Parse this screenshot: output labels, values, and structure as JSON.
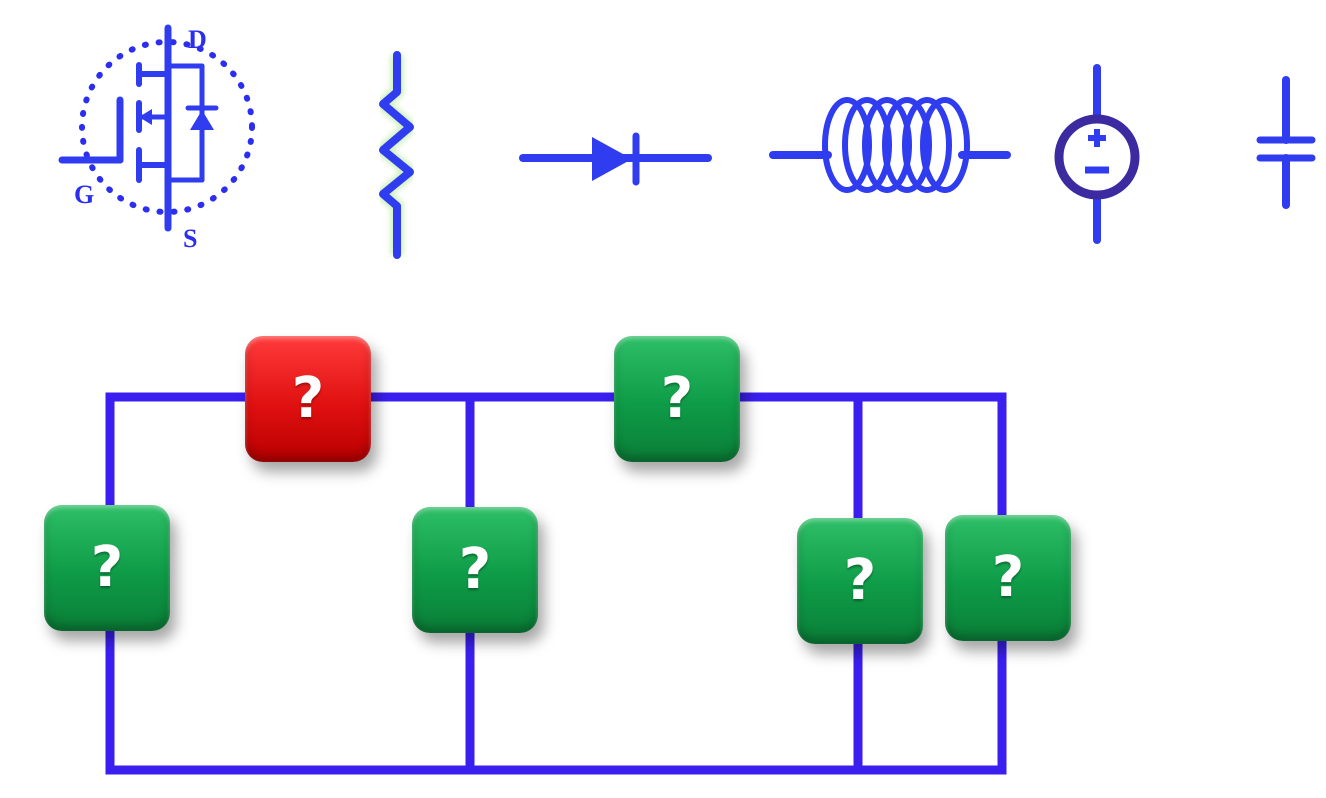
{
  "mosfet": {
    "drain_label": "D",
    "gate_label": "G",
    "source_label": "S"
  },
  "legend_symbols": [
    {
      "name": "mosfet"
    },
    {
      "name": "resistor"
    },
    {
      "name": "diode"
    },
    {
      "name": "inductor"
    },
    {
      "name": "voltage-source"
    },
    {
      "name": "capacitor"
    }
  ],
  "colors": {
    "wire": "#3b1ff0",
    "symbol": "#2f3cf0",
    "glow": "#9be07a",
    "box_green": "#0e9b47",
    "box_red": "#e01010"
  },
  "unknown_boxes": [
    {
      "id": "top-left",
      "label": "?",
      "color": "red"
    },
    {
      "id": "top-right",
      "label": "?",
      "color": "green"
    },
    {
      "id": "branch-1",
      "label": "?",
      "color": "green"
    },
    {
      "id": "branch-2",
      "label": "?",
      "color": "green"
    },
    {
      "id": "branch-3",
      "label": "?",
      "color": "green"
    },
    {
      "id": "branch-4",
      "label": "?",
      "color": "green"
    }
  ]
}
